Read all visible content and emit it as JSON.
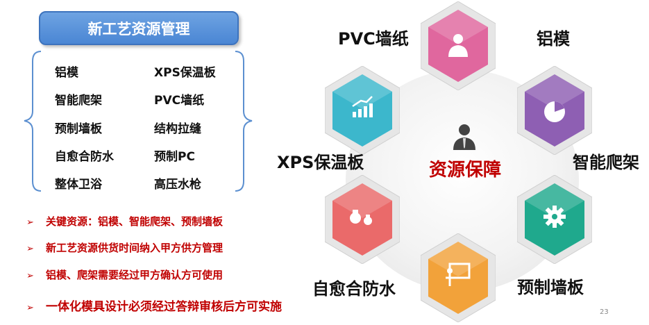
{
  "title": "新工艺资源管理",
  "grid": {
    "left": [
      "铝模",
      "智能爬架",
      "预制墙板",
      "自愈合防水",
      "整体卫浴"
    ],
    "right": [
      "XPS保温板",
      "PVC墙纸",
      "结构拉缝",
      "预制PC",
      "高压水枪"
    ]
  },
  "bullets": [
    "关键资源：铝模、智能爬架、预制墙板",
    "新工艺资源供货时间纳入甲方供方管理",
    "铝模、爬架需要经过甲方确认方可使用",
    "一体化模具设计必须经过答辩审核后方可实施"
  ],
  "bullet_marker": "➢",
  "diagram": {
    "center": "资源保障",
    "items": [
      {
        "label": "PVC墙纸",
        "color": "#e0679e",
        "icon": "person-icon"
      },
      {
        "label": "铝模",
        "color": "#8e5fb3",
        "icon": "pie-chart-icon"
      },
      {
        "label": "智能爬架",
        "color": "#1fa98d",
        "icon": "gear-icon"
      },
      {
        "label": "预制墙板",
        "color": "#f2a23a",
        "icon": "presenter-icon"
      },
      {
        "label": "自愈合防水",
        "color": "#ea6a6a",
        "icon": "money-bags-icon"
      },
      {
        "label": "XPS保温板",
        "color": "#3cb7cc",
        "icon": "bar-chart-icon"
      }
    ]
  },
  "page_number": "23"
}
